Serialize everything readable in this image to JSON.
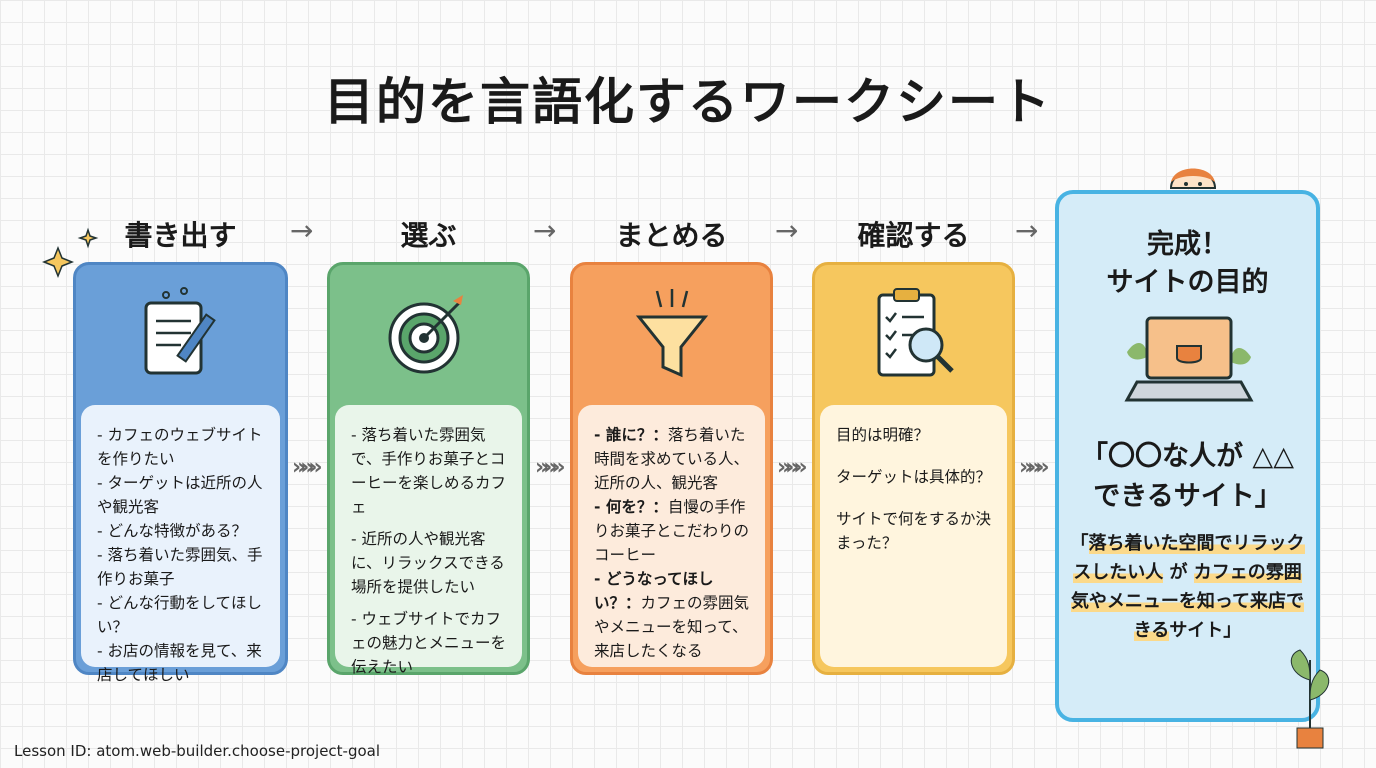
{
  "title": "目的を言語化するワークシート",
  "steps": [
    {
      "heading": "書き出す",
      "icon": "notepad-pencil-icon",
      "items": [
        "- カフェのウェブサイトを作りたい",
        "- ターゲットは近所の人や観光客",
        "- どんな特徴がある？",
        "- 落ち着いた雰囲気、手作りお菓子",
        "- どんな行動をしてほしい？",
        "- お店の情報を見て、来店してほしい"
      ]
    },
    {
      "heading": "選ぶ",
      "icon": "target-icon",
      "items": [
        "- 落ち着いた雰囲気で、手作りお菓子とコーヒーを楽しめるカフェ",
        "- 近所の人や観光客に、リラックスできる場所を提供したい",
        "- ウェブサイトでカフェの魅力とメニューを伝えたい"
      ]
    },
    {
      "heading": "まとめる",
      "icon": "funnel-icon",
      "items": [
        {
          "label": "- 誰に？：",
          "text": "落ち着いた時間を求めている人、近所の人、観光客"
        },
        {
          "label": "- 何を？：",
          "text": "自慢の手作りお菓子とこだわりのコーヒー"
        },
        {
          "label": "- どうなってほしい？：",
          "text": "カフェの雰囲気やメニューを知って、来店したくなる"
        }
      ]
    },
    {
      "heading": "確認する",
      "icon": "clipboard-magnifier-icon",
      "items": [
        "目的は明確？",
        "ターゲットは具体的？",
        "サイトで何をするか決まった？"
      ]
    }
  ],
  "final": {
    "title_line1": "完成！",
    "title_line2": "サイトの目的",
    "template": "「〇〇な人が △△できるサイト」",
    "example_open": "「",
    "example_hl1": "落ち着いた空間でリラックスしたい人",
    "example_mid": " が ",
    "example_hl2": "カフェの雰囲気やメニューを知って来店できる",
    "example_close": "サイト」",
    "icon": "laptop-coffee-icon"
  },
  "arrow": "→",
  "chevron": "»»»",
  "lesson_id": "Lesson ID: atom.web-builder.choose-project-goal",
  "colors": {
    "blue": "#6a9fd8",
    "green": "#7cc08a",
    "orange": "#f6a05e",
    "yellow": "#f6c75e",
    "final": "#48b3e3"
  }
}
